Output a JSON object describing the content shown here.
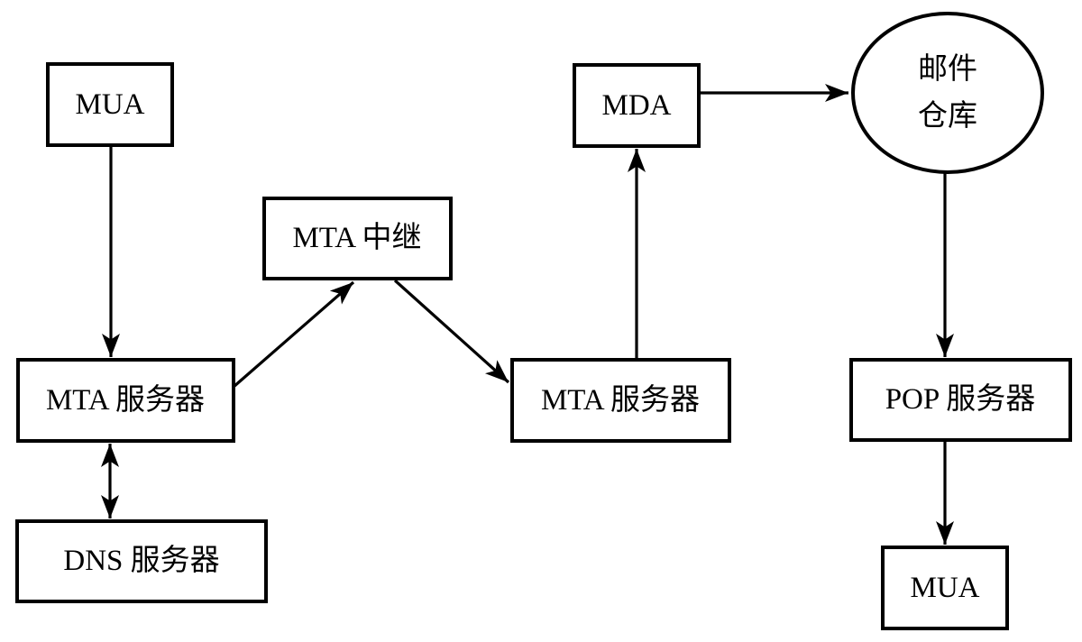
{
  "diagram": {
    "description": "Email delivery architecture flow diagram",
    "colors": {
      "background": "#ffffff",
      "line": "#000000",
      "text": "#000000"
    },
    "nodes": {
      "mua_top": {
        "label": "MUA",
        "shape": "rect"
      },
      "mta_left": {
        "label": "MTA 服务器",
        "shape": "rect"
      },
      "dns": {
        "label": "DNS 服务器",
        "shape": "rect"
      },
      "mta_relay": {
        "label": "MTA 中继",
        "shape": "rect"
      },
      "mta_right": {
        "label": "MTA 服务器",
        "shape": "rect"
      },
      "mda": {
        "label": "MDA",
        "shape": "rect"
      },
      "mail_store": {
        "label_line1": "邮件",
        "label_line2": "仓库",
        "shape": "ellipse"
      },
      "pop": {
        "label": "POP 服务器",
        "shape": "rect"
      },
      "mua_bottom": {
        "label": "MUA",
        "shape": "rect"
      }
    },
    "edges": [
      {
        "from": "mua_top",
        "to": "mta_left",
        "arrow": "end"
      },
      {
        "from": "mta_left",
        "to": "dns",
        "arrow": "both"
      },
      {
        "from": "mta_left",
        "to": "mta_relay",
        "arrow": "end"
      },
      {
        "from": "mta_relay",
        "to": "mta_right",
        "arrow": "end"
      },
      {
        "from": "mta_right",
        "to": "mda",
        "arrow": "end"
      },
      {
        "from": "mda",
        "to": "mail_store",
        "arrow": "end"
      },
      {
        "from": "mail_store",
        "to": "pop",
        "arrow": "end"
      },
      {
        "from": "pop",
        "to": "mua_bottom",
        "arrow": "end"
      }
    ]
  }
}
